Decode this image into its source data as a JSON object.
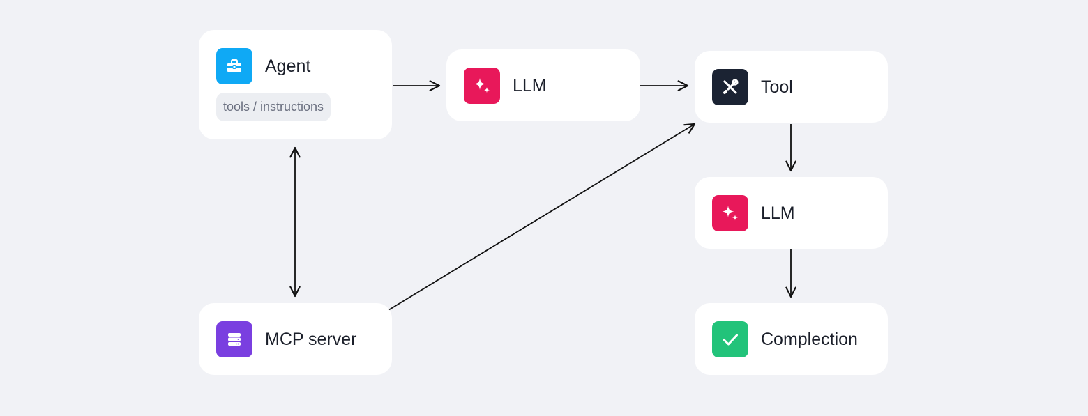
{
  "nodes": {
    "agent": {
      "label": "Agent",
      "chip": "tools / instructions",
      "icon": "briefcase-icon",
      "color": "#0fa9f5"
    },
    "llm_top": {
      "label": "LLM",
      "icon": "sparkle-icon",
      "color": "#e8185a"
    },
    "tool": {
      "label": "Tool",
      "icon": "tools-icon",
      "color": "#1b2333"
    },
    "llm_right": {
      "label": "LLM",
      "icon": "sparkle-icon",
      "color": "#e8185a"
    },
    "mcp_server": {
      "label": "MCP server",
      "icon": "server-icon",
      "color": "#7a3fe0"
    },
    "completion": {
      "label": "Complection",
      "icon": "checkmark-icon",
      "color": "#22c37a"
    }
  },
  "edges": [
    {
      "from": "agent",
      "to": "llm_top",
      "direction": "forward"
    },
    {
      "from": "llm_top",
      "to": "tool",
      "direction": "forward"
    },
    {
      "from": "agent",
      "to": "mcp_server",
      "direction": "both"
    },
    {
      "from": "mcp_server",
      "to": "tool",
      "direction": "forward"
    },
    {
      "from": "tool",
      "to": "llm_right",
      "direction": "forward"
    },
    {
      "from": "llm_right",
      "to": "completion",
      "direction": "forward"
    }
  ],
  "colors": {
    "background": "#f1f2f6",
    "card": "#ffffff",
    "arrow": "#111111"
  }
}
